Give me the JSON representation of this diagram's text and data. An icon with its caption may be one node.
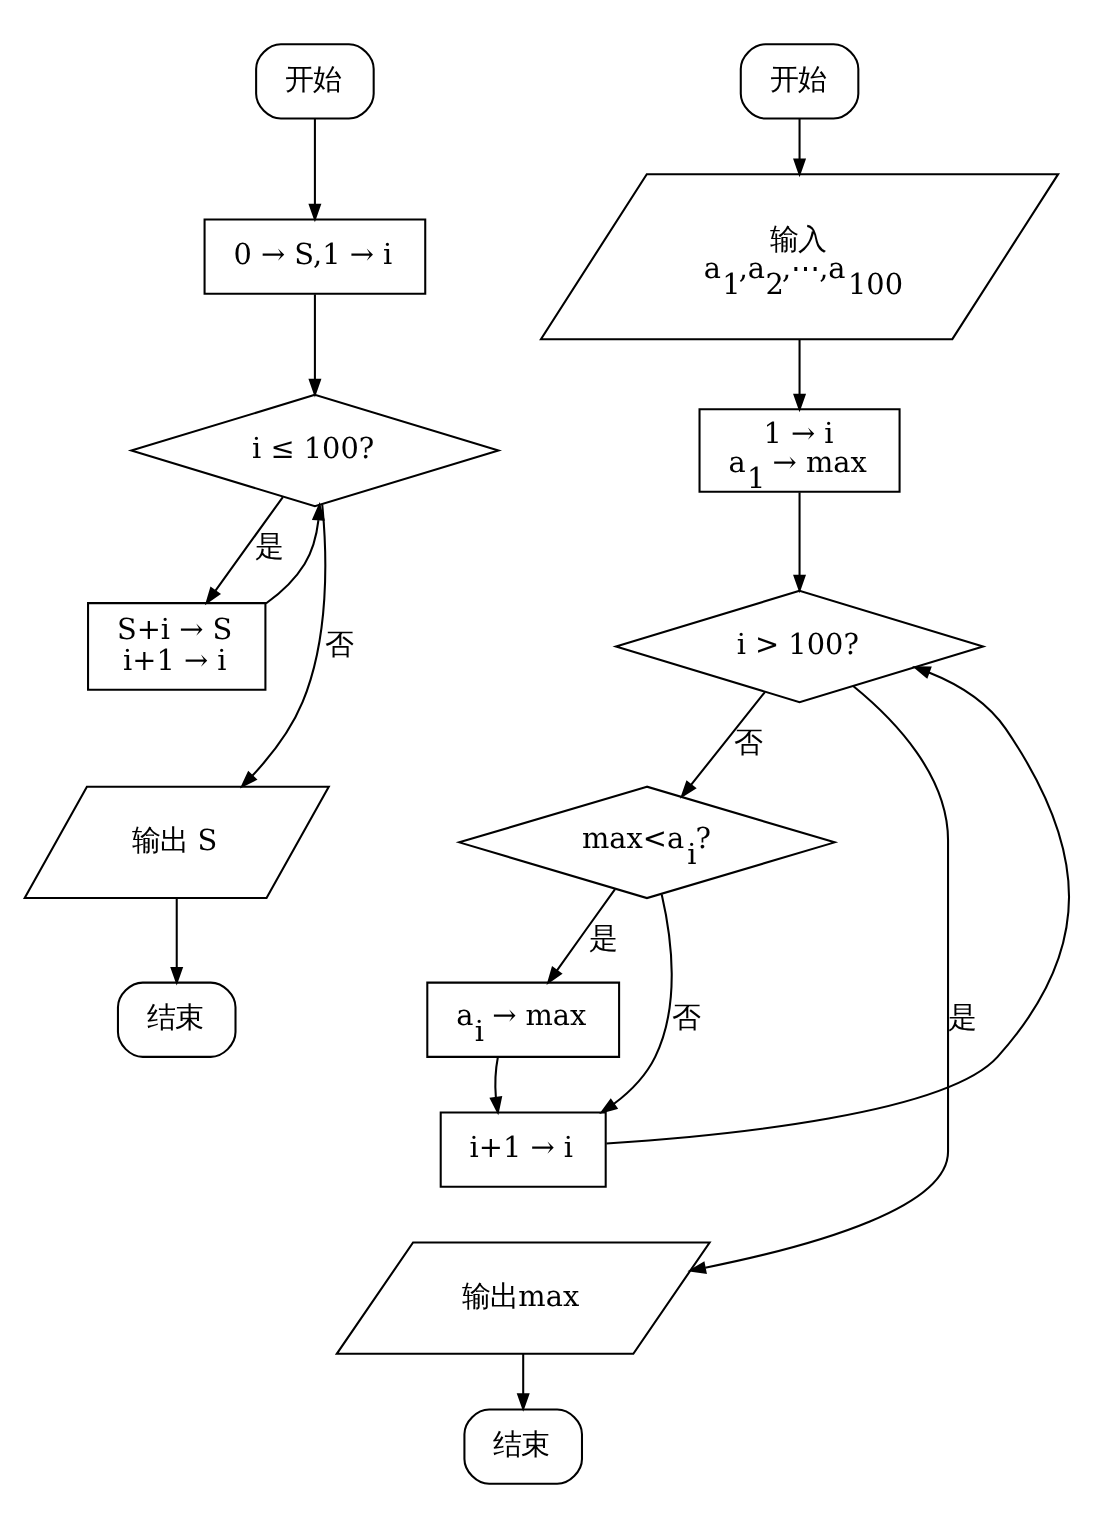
{
  "diagram": {
    "nodes": [
      {
        "text": [
          "开始"
        ]
      },
      {
        "text": [
          "0 → S,1 → i"
        ]
      },
      {
        "text": [
          "i ≤ 100?"
        ]
      },
      {
        "text": [
          "S+i → S",
          "i+1 → i"
        ]
      },
      {
        "text": [
          "输出 S"
        ]
      },
      {
        "text": [
          "结束"
        ]
      },
      {
        "text": [
          "开始"
        ]
      },
      {
        "text": [
          "输入",
          "a$_{1}$,a$_{2}$,⋯,a$_{100}$"
        ]
      },
      {
        "text": [
          "1 → i",
          "a$_{1}$ → max"
        ]
      },
      {
        "text": [
          "i > 100?"
        ]
      },
      {
        "text": [
          "max<a$_{i}$?"
        ]
      },
      {
        "text": [
          "a$_{i}$ → max"
        ]
      },
      {
        "text": [
          "i+1 → i"
        ]
      },
      {
        "text": [
          "输出max"
        ]
      },
      {
        "text": [
          "结束"
        ]
      }
    ],
    "edges": [
      {
        "from": 0,
        "to": 1,
        "arrow": "to"
      },
      {
        "from": 1,
        "to": 2,
        "arrow": "to"
      },
      {
        "from": 2,
        "to": 3,
        "arrow": "to",
        "label": "是"
      },
      {
        "from": 3,
        "to": 2,
        "arrow": "to"
      },
      {
        "from": 2,
        "to": 4,
        "arrow": "to",
        "label": "否"
      },
      {
        "from": 4,
        "to": 5,
        "arrow": "to"
      },
      {
        "from": 6,
        "to": 7,
        "arrow": "to"
      },
      {
        "from": 7,
        "to": 8,
        "arrow": "to"
      },
      {
        "from": 8,
        "to": 9,
        "arrow": "to"
      },
      {
        "from": 9,
        "to": 10,
        "arrow": "to",
        "label": "否"
      },
      {
        "from": 10,
        "to": 11,
        "arrow": "to",
        "label": "是"
      },
      {
        "from": 11,
        "to": 12,
        "arrow": "to"
      },
      {
        "from": 10,
        "to": 12,
        "arrow": "to",
        "label": "否"
      },
      {
        "from": 12,
        "to": 9,
        "arrow": "to"
      },
      {
        "from": 9,
        "to": 13,
        "arrow": "to",
        "label": "是"
      },
      {
        "from": 13,
        "to": 14,
        "arrow": "to"
      }
    ]
  }
}
